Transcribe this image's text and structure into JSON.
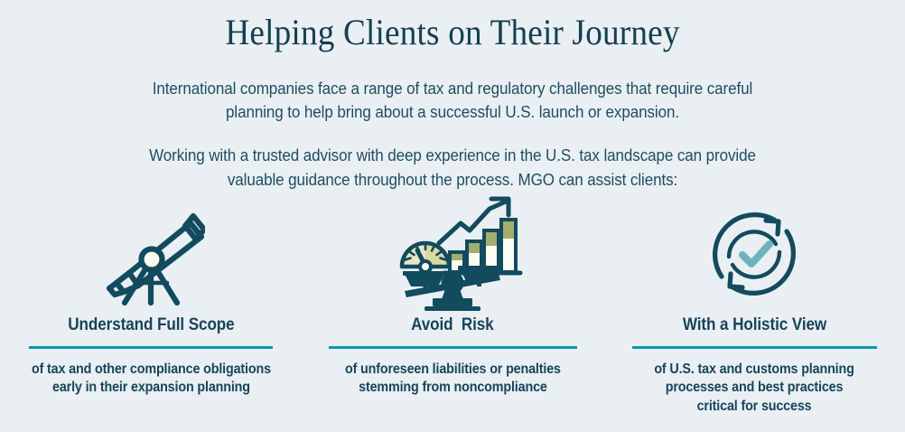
{
  "header": {
    "title": "Helping Clients on Their Journey",
    "paragraph_1": "International companies face a range of tax and regulatory challenges that require careful\nplanning to help bring about a successful U.S. launch or expansion.",
    "paragraph_2": "Working with a trusted advisor with deep experience in the U.S. tax landscape can provide\nvaluable guidance throughout the process. MGO can assist clients:"
  },
  "columns": [
    {
      "icon": "telescope-icon",
      "heading": "Understand Full Scope",
      "body": "of tax and other compliance obligations\nearly in their expansion planning"
    },
    {
      "icon": "balance-scale-gauge-chart-icon",
      "heading": "Avoid  Risk",
      "body": "of unforeseen liabilities or penalties\nstemming from noncompliance"
    },
    {
      "icon": "refresh-check-icon",
      "heading": "With a Holistic View",
      "body": "of U.S. tax and customs planning\nprocesses and best practices\ncritical for success"
    }
  ],
  "colors": {
    "background": "#eaeff3",
    "title_text": "#14404f",
    "body_text": "#1d4e60",
    "heading_text": "#17445a",
    "rule_teal": "#0c97ab",
    "icon_dark": "#124b5e",
    "icon_cream": "#fbfbf2",
    "icon_olive": "#a3ad6e",
    "check_teal": "#6cb3bd"
  }
}
